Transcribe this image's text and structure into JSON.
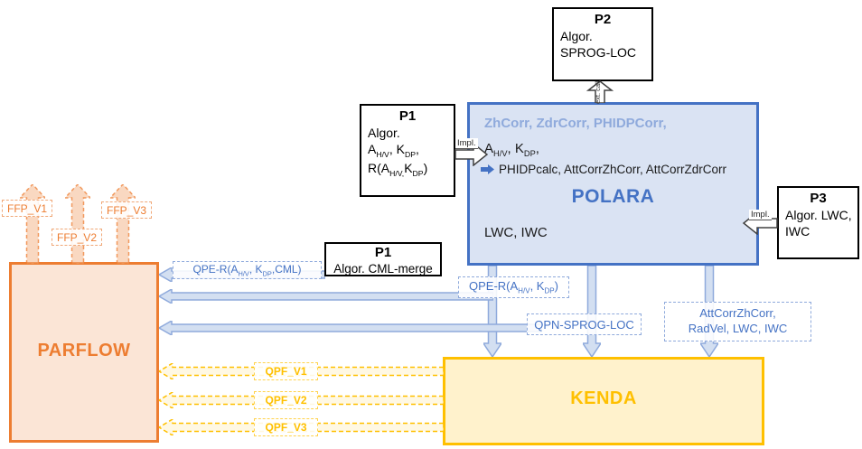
{
  "colors": {
    "blue": "#4472c4",
    "light_blue": "#8faadc",
    "orange": "#ed7d31",
    "gold": "#ffc000"
  },
  "polara": {
    "title": "POLARA",
    "corr_line": "ZhCorr, ZdrCorr, PHIDPCorr,",
    "f1": {
      "p1": "A",
      "s1": "H/V",
      "p2": ", K",
      "s2": "DP",
      "p3": ","
    },
    "calc_line": "PHIDPcalc, AttCorrZhCorr, AttCorrZdrCorr",
    "lwc_line": "LWC, IWC"
  },
  "parflow": {
    "title": "PARFLOW"
  },
  "kenda": {
    "title": "KENDA"
  },
  "p2": {
    "title": "P2",
    "line1": "Algor.",
    "line2": "SPROG-LOC"
  },
  "p1_top": {
    "title": "P1",
    "line1": "Algor.",
    "f1": {
      "p1": "A",
      "s1": "H/V",
      "p2": ", K",
      "s2": "DP",
      "p3": ","
    },
    "f2": {
      "p1": "R(A",
      "s1": "H/V,",
      "p2": "K",
      "s2": "DP",
      "p3": ")"
    }
  },
  "p3": {
    "title": "P3",
    "line1": "Algor. LWC,",
    "line2": "IWC"
  },
  "p1_mid": {
    "title": "P1",
    "line1": "Algor. CML-merge"
  },
  "connectors": {
    "impl_top": "Impl.",
    "impl_right": "Impl.",
    "ext_call": "ext. call"
  },
  "flow_labels": {
    "qpe_cml": {
      "p1": "QPE-R(A",
      "s1": "H/V",
      "p2": ", K",
      "s2": "DP",
      "p3": ",CML)"
    },
    "qpe": {
      "p1": "QPE-R(A",
      "s1": "H/V",
      "p2": ", K",
      "s2": "DP",
      "p3": ")"
    },
    "qpn": "QPN-SPROG-LOC",
    "attcorr_line1": "AttCorrZhCorr,",
    "attcorr_line2": "RadVel, LWC, IWC",
    "ffp_v1": "FFP_V1",
    "ffp_v2": "FFP_V2",
    "ffp_v3": "FFP_V3",
    "qpf_v1": "QPF_V1",
    "qpf_v2": "QPF_V2",
    "qpf_v3": "QPF_V3"
  }
}
